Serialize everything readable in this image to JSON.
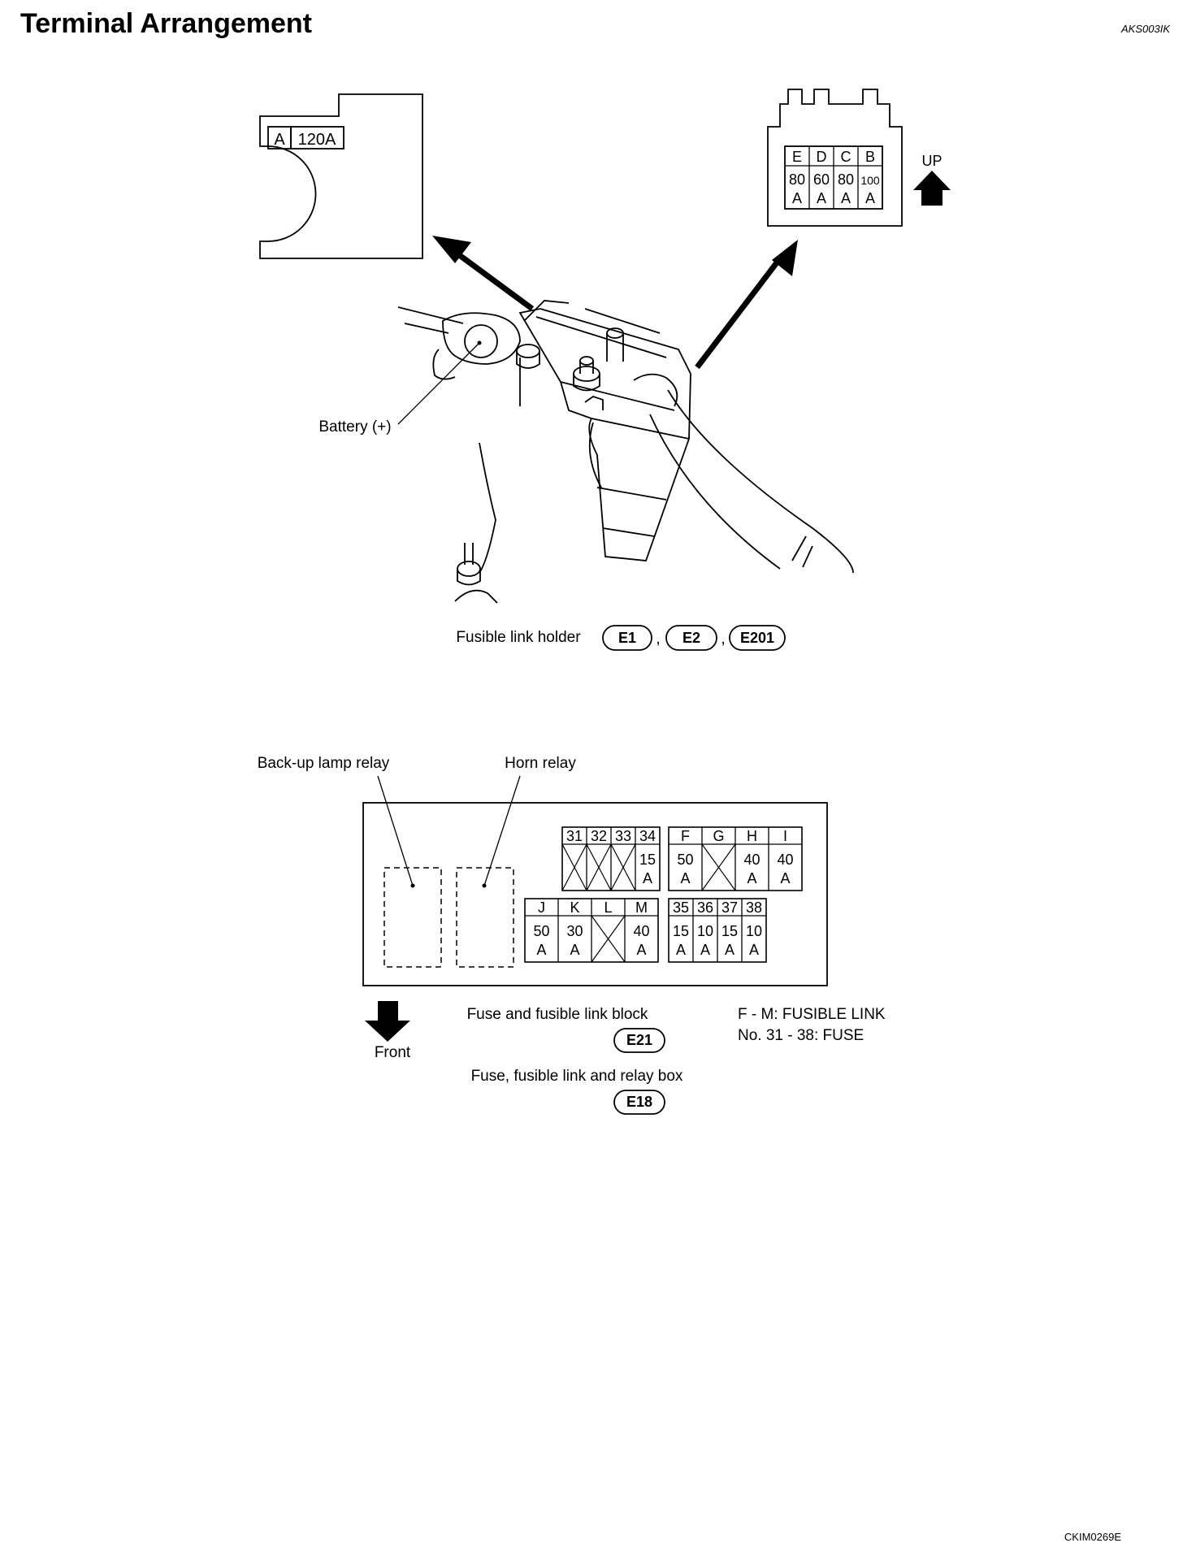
{
  "header": {
    "title": "Terminal Arrangement",
    "ref_code": "AKS003IK"
  },
  "fusible_link_holder": {
    "left_connector": {
      "cells": [
        "A",
        "120A"
      ]
    },
    "right_connector": {
      "letters": [
        "E",
        "D",
        "C",
        "B"
      ],
      "amps": [
        "80",
        "60",
        "80",
        "100"
      ],
      "unit": "A"
    },
    "up_label": "UP",
    "battery_label": "Battery (+)",
    "caption": "Fusible link holder",
    "connectors": [
      "E1",
      "E2",
      "E201"
    ],
    "separator": ","
  },
  "fuse_block": {
    "relay_labels": {
      "backup_lamp": "Back-up lamp relay",
      "horn": "Horn relay"
    },
    "upper_left": {
      "headers": [
        "31",
        "32",
        "33",
        "34"
      ],
      "values": [
        "",
        "",
        "",
        "15"
      ],
      "units": [
        "",
        "",
        "",
        "A"
      ],
      "crossed": [
        true,
        true,
        true,
        false
      ]
    },
    "upper_right": {
      "headers": [
        "F",
        "G",
        "H",
        "I"
      ],
      "values": [
        "50",
        "",
        "40",
        "40"
      ],
      "units": [
        "A",
        "",
        "A",
        "A"
      ],
      "crossed": [
        false,
        true,
        false,
        false
      ]
    },
    "lower_left": {
      "headers": [
        "J",
        "K",
        "L",
        "M"
      ],
      "values": [
        "50",
        "30",
        "",
        "40"
      ],
      "units": [
        "A",
        "A",
        "",
        "A"
      ],
      "crossed": [
        false,
        false,
        true,
        false
      ]
    },
    "lower_right": {
      "headers": [
        "35",
        "36",
        "37",
        "38"
      ],
      "values": [
        "15",
        "10",
        "15",
        "10"
      ],
      "units": [
        "A",
        "A",
        "A",
        "A"
      ],
      "crossed": [
        false,
        false,
        false,
        false
      ]
    },
    "front_label": "Front",
    "fuse_block_caption": "Fuse and fusible link block",
    "fuse_block_connector": "E21",
    "relay_box_caption": "Fuse, fusible link and relay box",
    "relay_box_connector": "E18",
    "legend": [
      "F - M: FUSIBLE LINK",
      "No. 31 - 38: FUSE"
    ]
  },
  "footer": {
    "figure_code": "CKIM0269E"
  }
}
